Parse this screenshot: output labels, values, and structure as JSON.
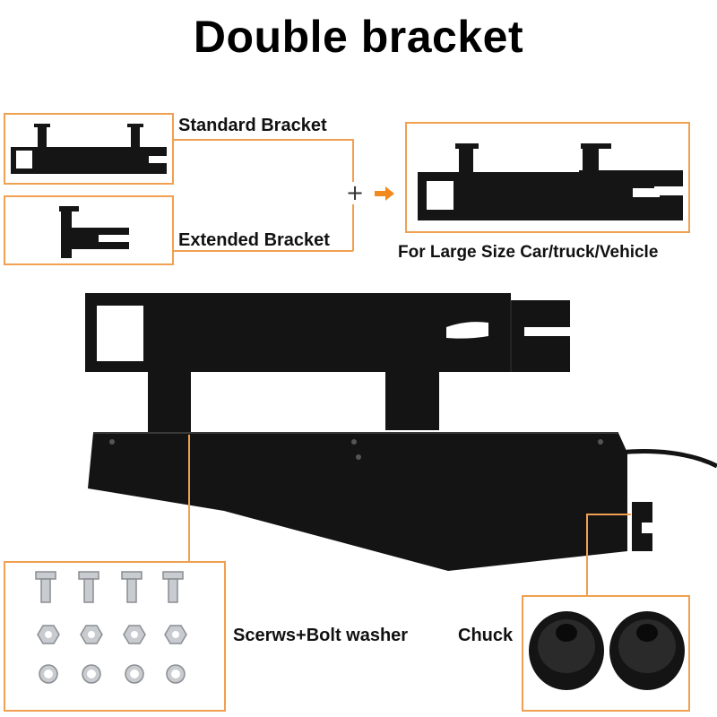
{
  "title": "Double bracket",
  "labels": {
    "standard_bracket": "Standard Bracket",
    "extended_bracket": "Extended Bracket",
    "plus": "+",
    "combined_caption": "For Large Size Car/truck/Vehicle",
    "screws": "Scerws+Bolt washer",
    "chuck": "Chuck"
  },
  "colors": {
    "accent": "#f0a050",
    "arrow": "#f08a1c",
    "bracket": "#151515",
    "metal": "#c8cbcf"
  },
  "icons": [
    "arrow-right-icon"
  ]
}
